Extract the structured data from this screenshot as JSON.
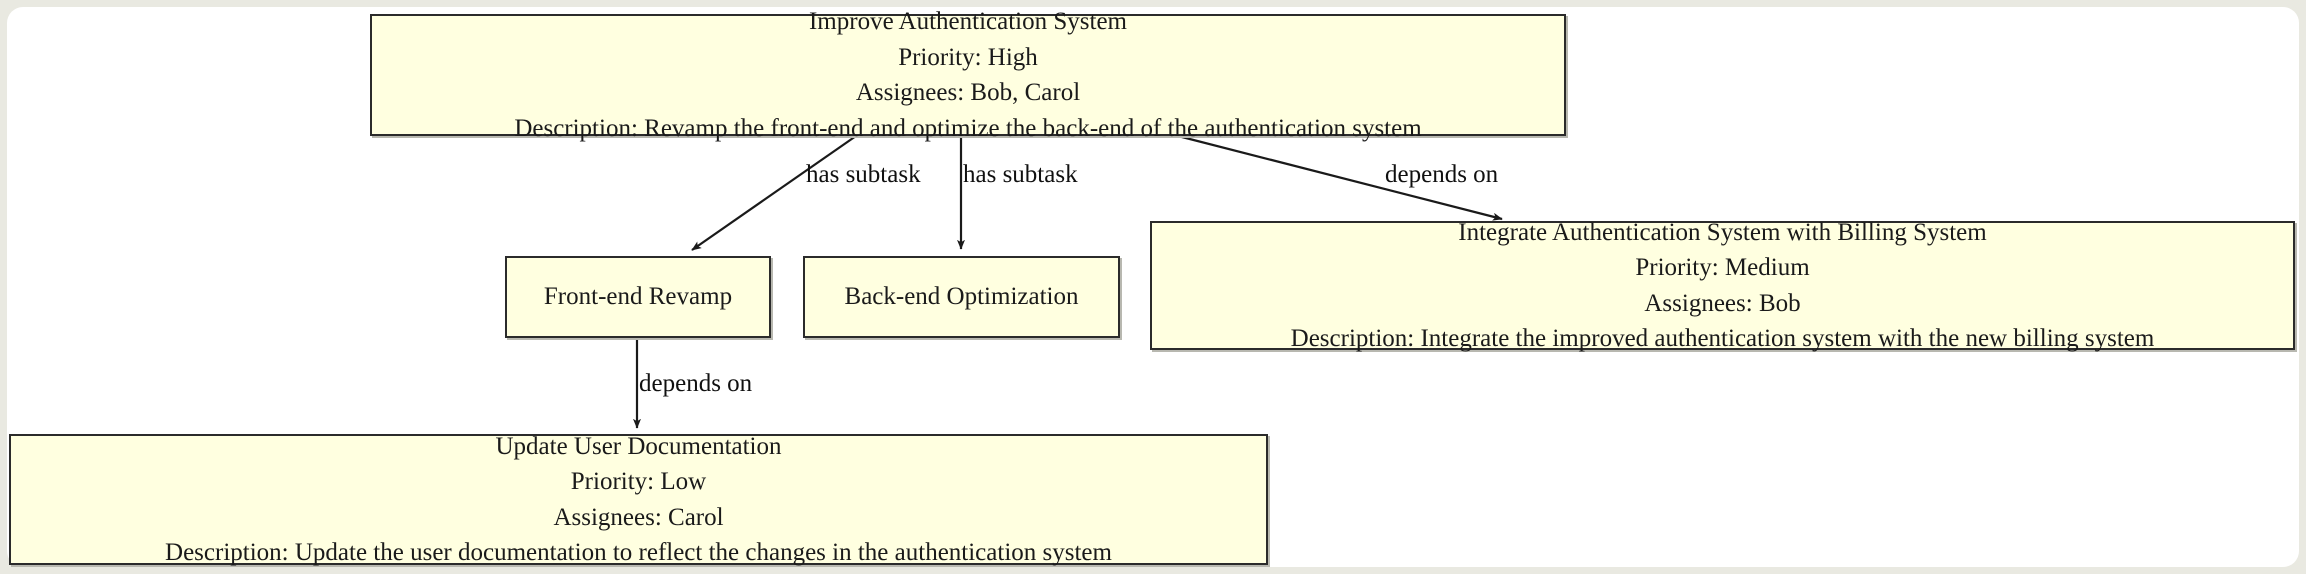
{
  "diagram": {
    "type": "task-dependency-graph",
    "background_color": "#ffffff",
    "page_border_color": "#e9e9e1",
    "node_fill_color": "#ffffe0",
    "node_border_color": "#2b2b2b",
    "edge_color": "#1a1a1a",
    "nodes": [
      {
        "id": "improve-authentication-system",
        "title": "Improve Authentication System",
        "priority_line": "Priority: High",
        "assignees_line": "Assignees: Bob, Carol",
        "description_line": "Description: Revamp the front-end and optimize the back-end of the authentication system",
        "priority": "High",
        "assignees": "Bob, Carol"
      },
      {
        "id": "front-end-revamp",
        "title": "Front-end Revamp"
      },
      {
        "id": "back-end-optimization",
        "title": "Back-end Optimization"
      },
      {
        "id": "integrate-authentication-system-with-billing-system",
        "title": "Integrate Authentication System with Billing System",
        "priority_line": "Priority: Medium",
        "assignees_line": "Assignees: Bob",
        "description_line": "Description: Integrate the improved authentication system with the new billing system",
        "priority": "Medium",
        "assignees": "Bob"
      },
      {
        "id": "update-user-documentation",
        "title": "Update User Documentation",
        "priority_line": "Priority: Low",
        "assignees_line": "Assignees: Carol",
        "description_line": "Description: Update the user documentation to reflect the changes in the authentication system",
        "priority": "Low",
        "assignees": "Carol"
      }
    ],
    "edges": [
      {
        "from": "improve-authentication-system",
        "to": "front-end-revamp",
        "label": "has subtask"
      },
      {
        "from": "improve-authentication-system",
        "to": "back-end-optimization",
        "label": "has subtask"
      },
      {
        "from": "improve-authentication-system",
        "to": "integrate-authentication-system-with-billing-system",
        "label": "depends on"
      },
      {
        "from": "front-end-revamp",
        "to": "update-user-documentation",
        "label": "depends on"
      }
    ]
  }
}
